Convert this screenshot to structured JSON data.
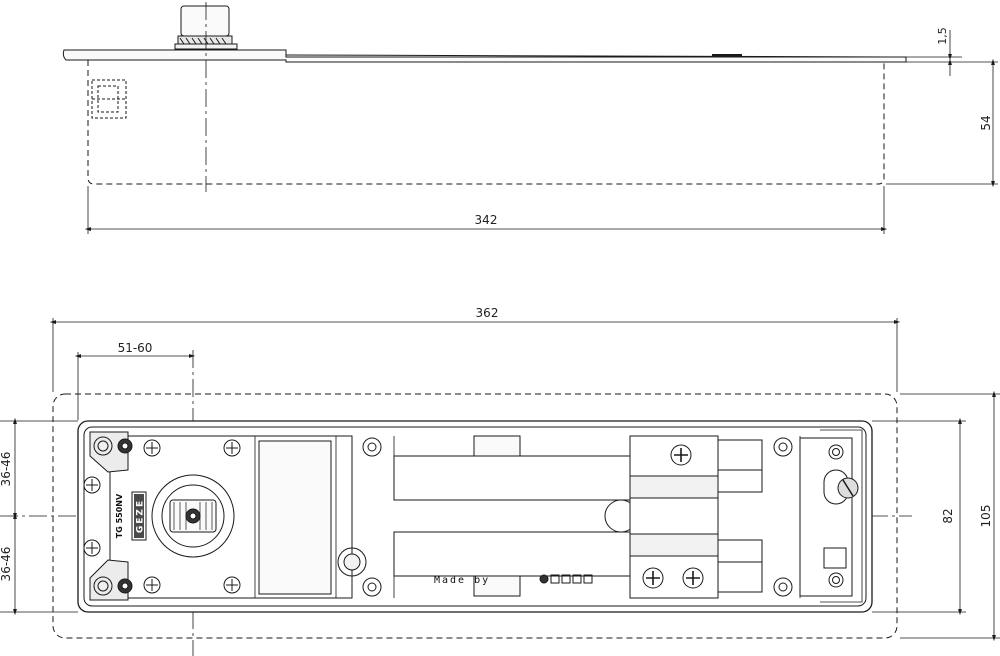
{
  "side_view": {
    "dim_length": "342",
    "dim_height": "54",
    "dim_cover_thickness": "1,5"
  },
  "top_view": {
    "dim_overall_length": "362",
    "dim_spindle_offset": "51-60",
    "dim_width_inner": "82",
    "dim_width_outer": "105",
    "dim_upper_offset": "36-46",
    "dim_lower_offset": "36-46",
    "model_label": "TG 550NV",
    "brand_label": "GEZE",
    "made_label": "Made by"
  },
  "colors": {
    "line": "#1a1a1a",
    "fill_light": "#f7f7f7",
    "fill_gray": "#d9d9d9",
    "fill_dark": "#4a4a4a"
  }
}
